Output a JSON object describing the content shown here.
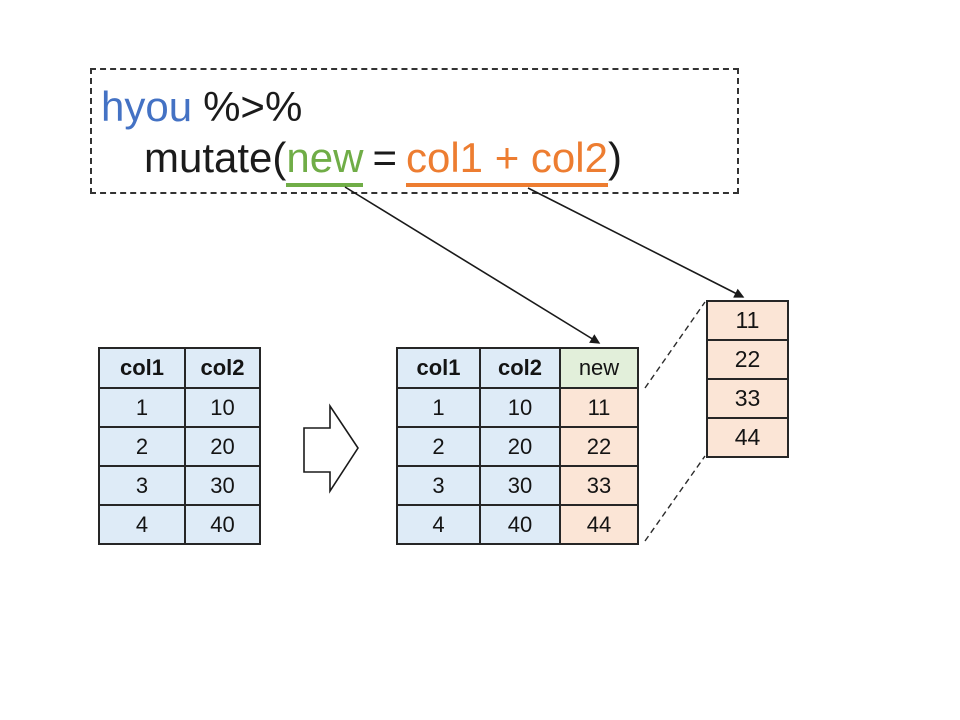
{
  "code_box": {
    "line1": {
      "variable": "hyou",
      "pipe_operator": "%>%"
    },
    "line2": {
      "function_open": "mutate(",
      "new_column_name": "new",
      "equals_sign": "=",
      "expression": "col1 + col2",
      "function_close": ")"
    }
  },
  "colors": {
    "variable_blue": "#4472C4",
    "new_column_green": "#70AD47",
    "expression_orange": "#ED7D31",
    "cell_blue": "#DEEBF7",
    "cell_green": "#E2EFDA",
    "cell_peach": "#FBE5D6",
    "line_dark": "#262626"
  },
  "input_table": {
    "headers": [
      "col1",
      "col2"
    ],
    "rows": [
      [
        "1",
        "10"
      ],
      [
        "2",
        "20"
      ],
      [
        "3",
        "30"
      ],
      [
        "4",
        "40"
      ]
    ]
  },
  "output_table": {
    "headers": [
      "col1",
      "col2",
      "new"
    ],
    "rows": [
      [
        "1",
        "10",
        "11"
      ],
      [
        "2",
        "20",
        "22"
      ],
      [
        "3",
        "30",
        "33"
      ],
      [
        "4",
        "40",
        "44"
      ]
    ]
  },
  "result_column": {
    "values": [
      "11",
      "22",
      "33",
      "44"
    ]
  },
  "icons": {
    "transform_arrow": "right-block-arrow",
    "mapping_arrow_new": "diagonal-line-arrow",
    "mapping_arrow_result": "diagonal-line-arrow",
    "zoom_links": "dashed-connector-lines"
  }
}
